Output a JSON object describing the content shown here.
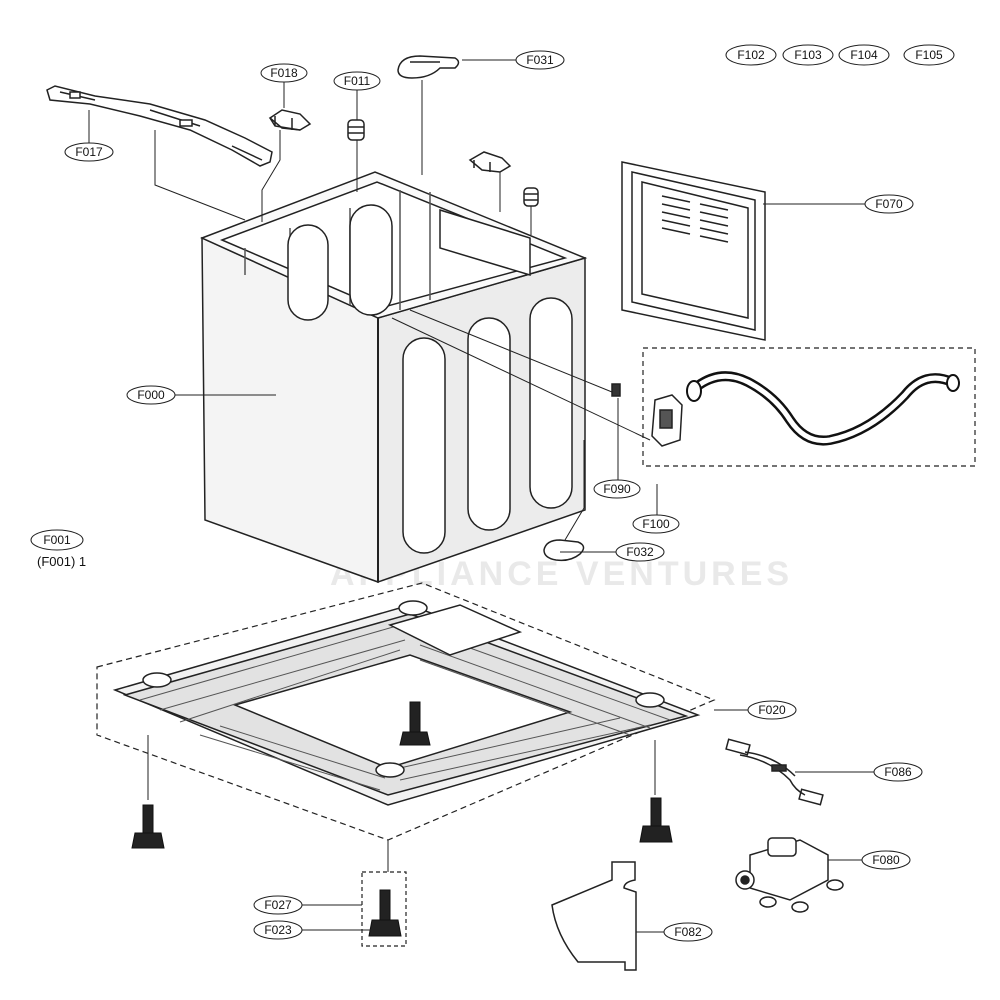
{
  "labels": {
    "F000": "F000",
    "F001": "F001",
    "F001_sub": "(F001) 1",
    "F011": "F011",
    "F017": "F017",
    "F018": "F018",
    "F020": "F020",
    "F023": "F023",
    "F027": "F027",
    "F031": "F031",
    "F032": "F032",
    "F070": "F070",
    "F080": "F080",
    "F082": "F082",
    "F086": "F086",
    "F090": "F090",
    "F100": "F100",
    "F102": "F102",
    "F103": "F103",
    "F104": "F104",
    "F105": "F105"
  },
  "watermark": "APPLIANCE VENTURES"
}
